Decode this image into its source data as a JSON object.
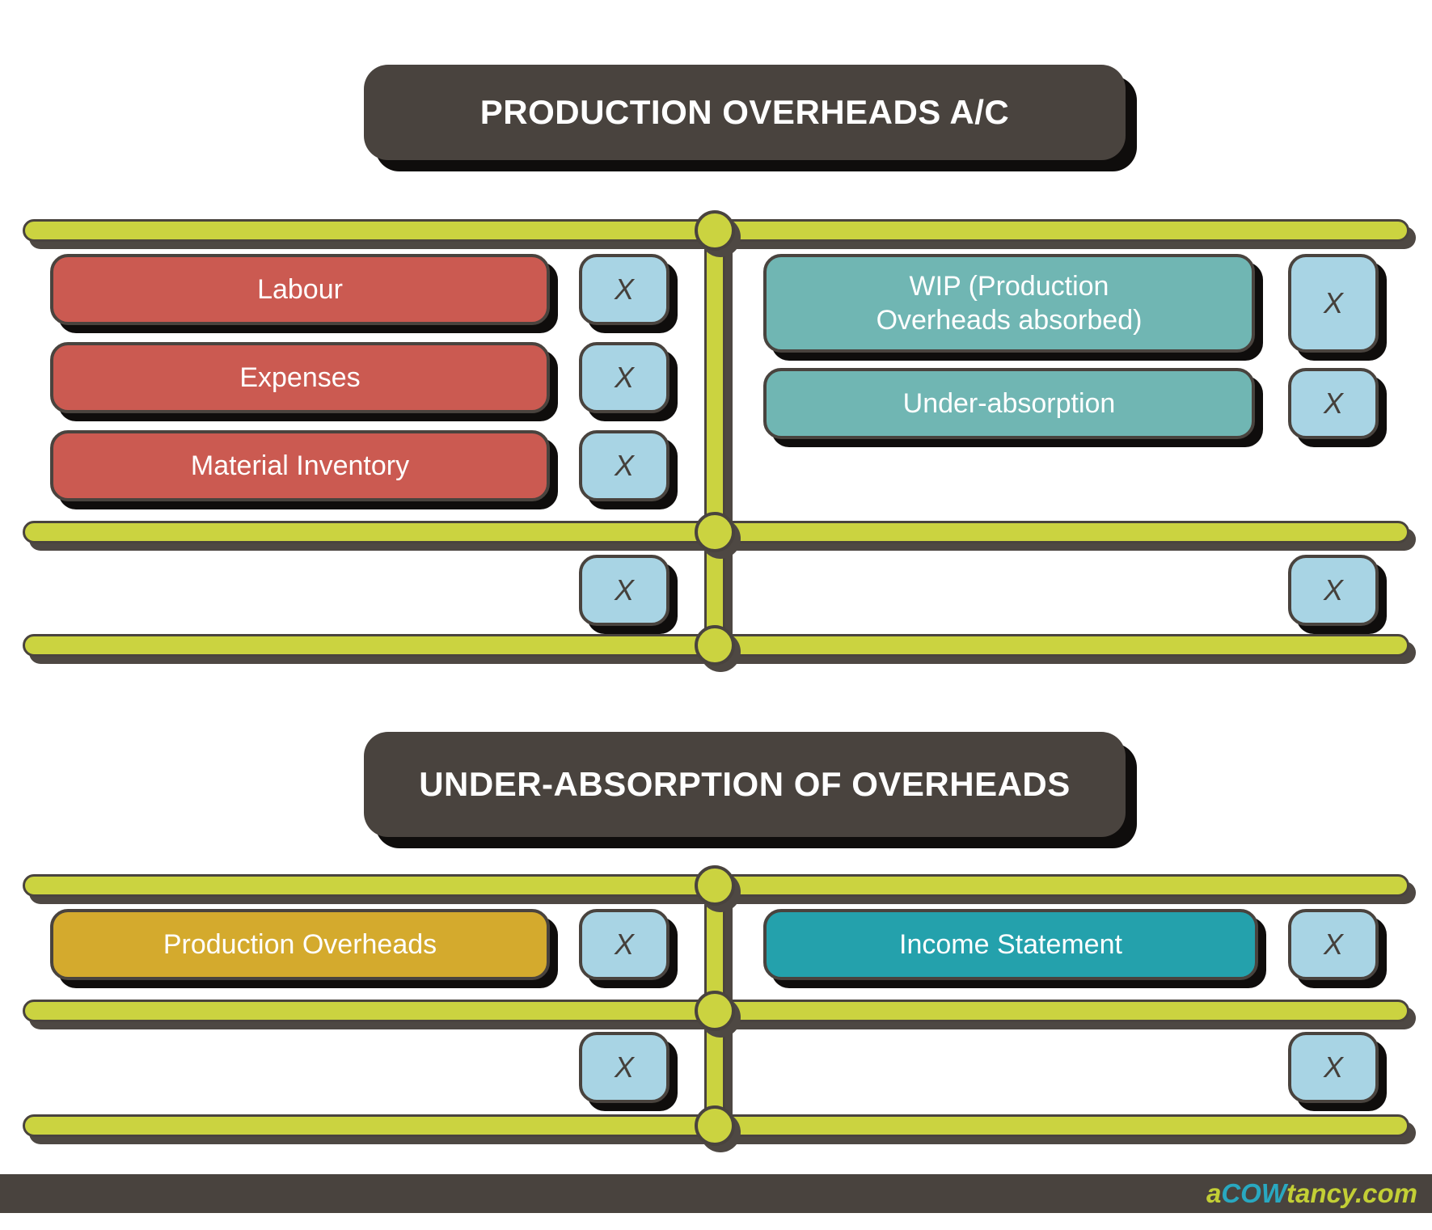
{
  "colors": {
    "dark": "#49433e",
    "rule_yellow": "#cbd340",
    "debit_red": "#cb5a51",
    "credit_teal_muted": "#70b6b3",
    "credit_teal_dark": "#24a1ac",
    "debit_gold": "#d4aa2d",
    "amount_blue": "#a8d4e4",
    "logo_yellow": "#c3cf35",
    "logo_teal": "#29a8c0"
  },
  "accounts": [
    {
      "title": "PRODUCTION OVERHEADS A/C",
      "debit_entries": [
        {
          "label": "Labour",
          "amount": "X"
        },
        {
          "label": "Expenses",
          "amount": "X"
        },
        {
          "label": "Material Inventory",
          "amount": "X"
        }
      ],
      "credit_entries": [
        {
          "label": "WIP (Production Overheads absorbed)",
          "label_lines": [
            "WIP (Production",
            "Overheads absorbed)"
          ],
          "amount": "X"
        },
        {
          "label": "Under-absorption",
          "amount": "X"
        }
      ],
      "debit_total": "X",
      "credit_total": "X"
    },
    {
      "title": "UNDER-ABSORPTION OF OVERHEADS",
      "debit_entries": [
        {
          "label": "Production Overheads",
          "amount": "X"
        }
      ],
      "credit_entries": [
        {
          "label": "Income Statement",
          "amount": "X"
        }
      ],
      "debit_total": "X",
      "credit_total": "X"
    }
  ],
  "footer": {
    "logo_prefix": "a",
    "logo_emphasis": "COW",
    "logo_suffix": "tancy.com"
  }
}
